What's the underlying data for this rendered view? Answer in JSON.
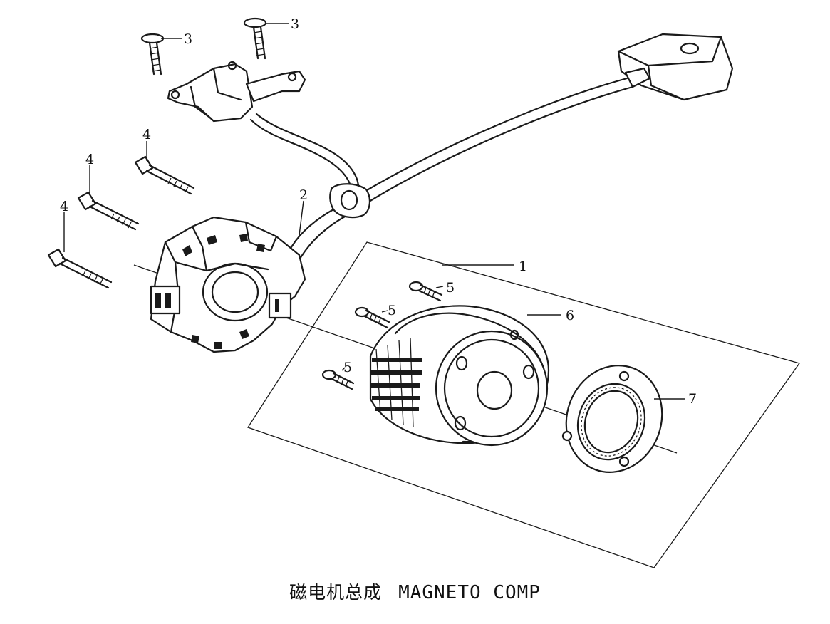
{
  "diagram": {
    "title_cn": "磁电机总成",
    "title_en": "MAGNETO COMP",
    "callouts": [
      {
        "id": "callout-1",
        "label": "1"
      },
      {
        "id": "callout-2",
        "label": "2"
      },
      {
        "id": "callout-3a",
        "label": "3"
      },
      {
        "id": "callout-3b",
        "label": "3"
      },
      {
        "id": "callout-4a",
        "label": "4"
      },
      {
        "id": "callout-4b",
        "label": "4"
      },
      {
        "id": "callout-4c",
        "label": "4"
      },
      {
        "id": "callout-5a",
        "label": "5"
      },
      {
        "id": "callout-5b",
        "label": "5"
      },
      {
        "id": "callout-5c",
        "label": "5"
      },
      {
        "id": "callout-6",
        "label": "6"
      },
      {
        "id": "callout-7",
        "label": "7"
      }
    ]
  }
}
